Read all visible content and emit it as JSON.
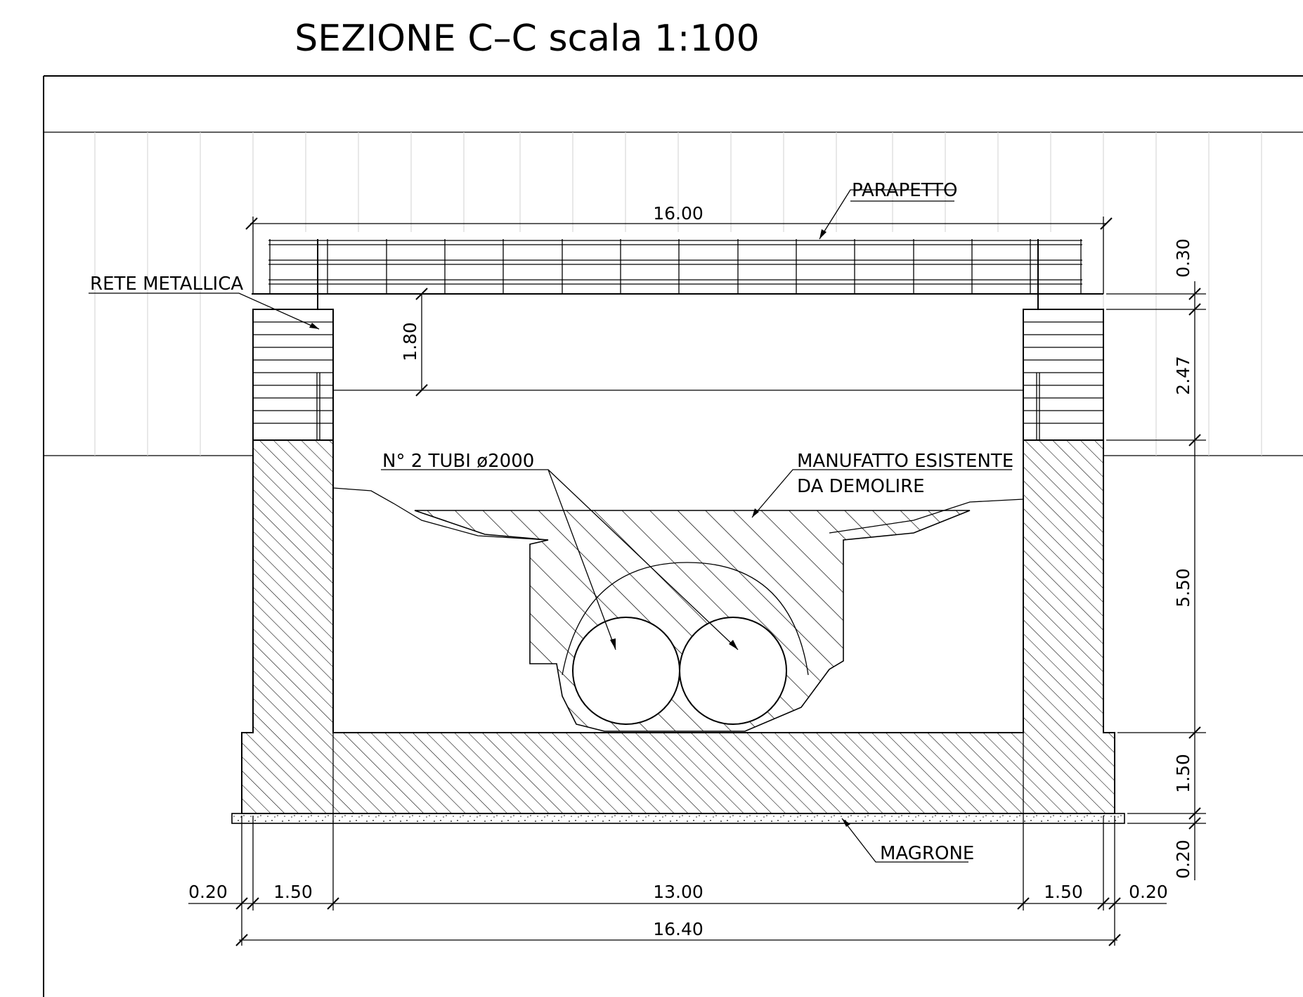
{
  "title": "SEZIONE C–C   scala 1:100",
  "labels": {
    "parapetto": "PARAPETTO",
    "rete_metallica": "RETE METALLICA",
    "tubi": "N° 2 TUBI ø2000",
    "manufatto_line1": "MANUFATTO ESISTENTE",
    "manufatto_line2": "DA DEMOLIRE",
    "magrone": "MAGRONE"
  },
  "dimensions": {
    "top_width": "16.00",
    "inner_height": "1.80",
    "right_030": "0.30",
    "right_247": "2.47",
    "right_550": "5.50",
    "right_150": "1.50",
    "right_020": "0.20",
    "bottom_020_left": "0.20",
    "bottom_150_left": "1.50",
    "bottom_1300": "13.00",
    "bottom_150_right": "1.50",
    "bottom_020_right": "0.20",
    "bottom_total": "16.40"
  }
}
